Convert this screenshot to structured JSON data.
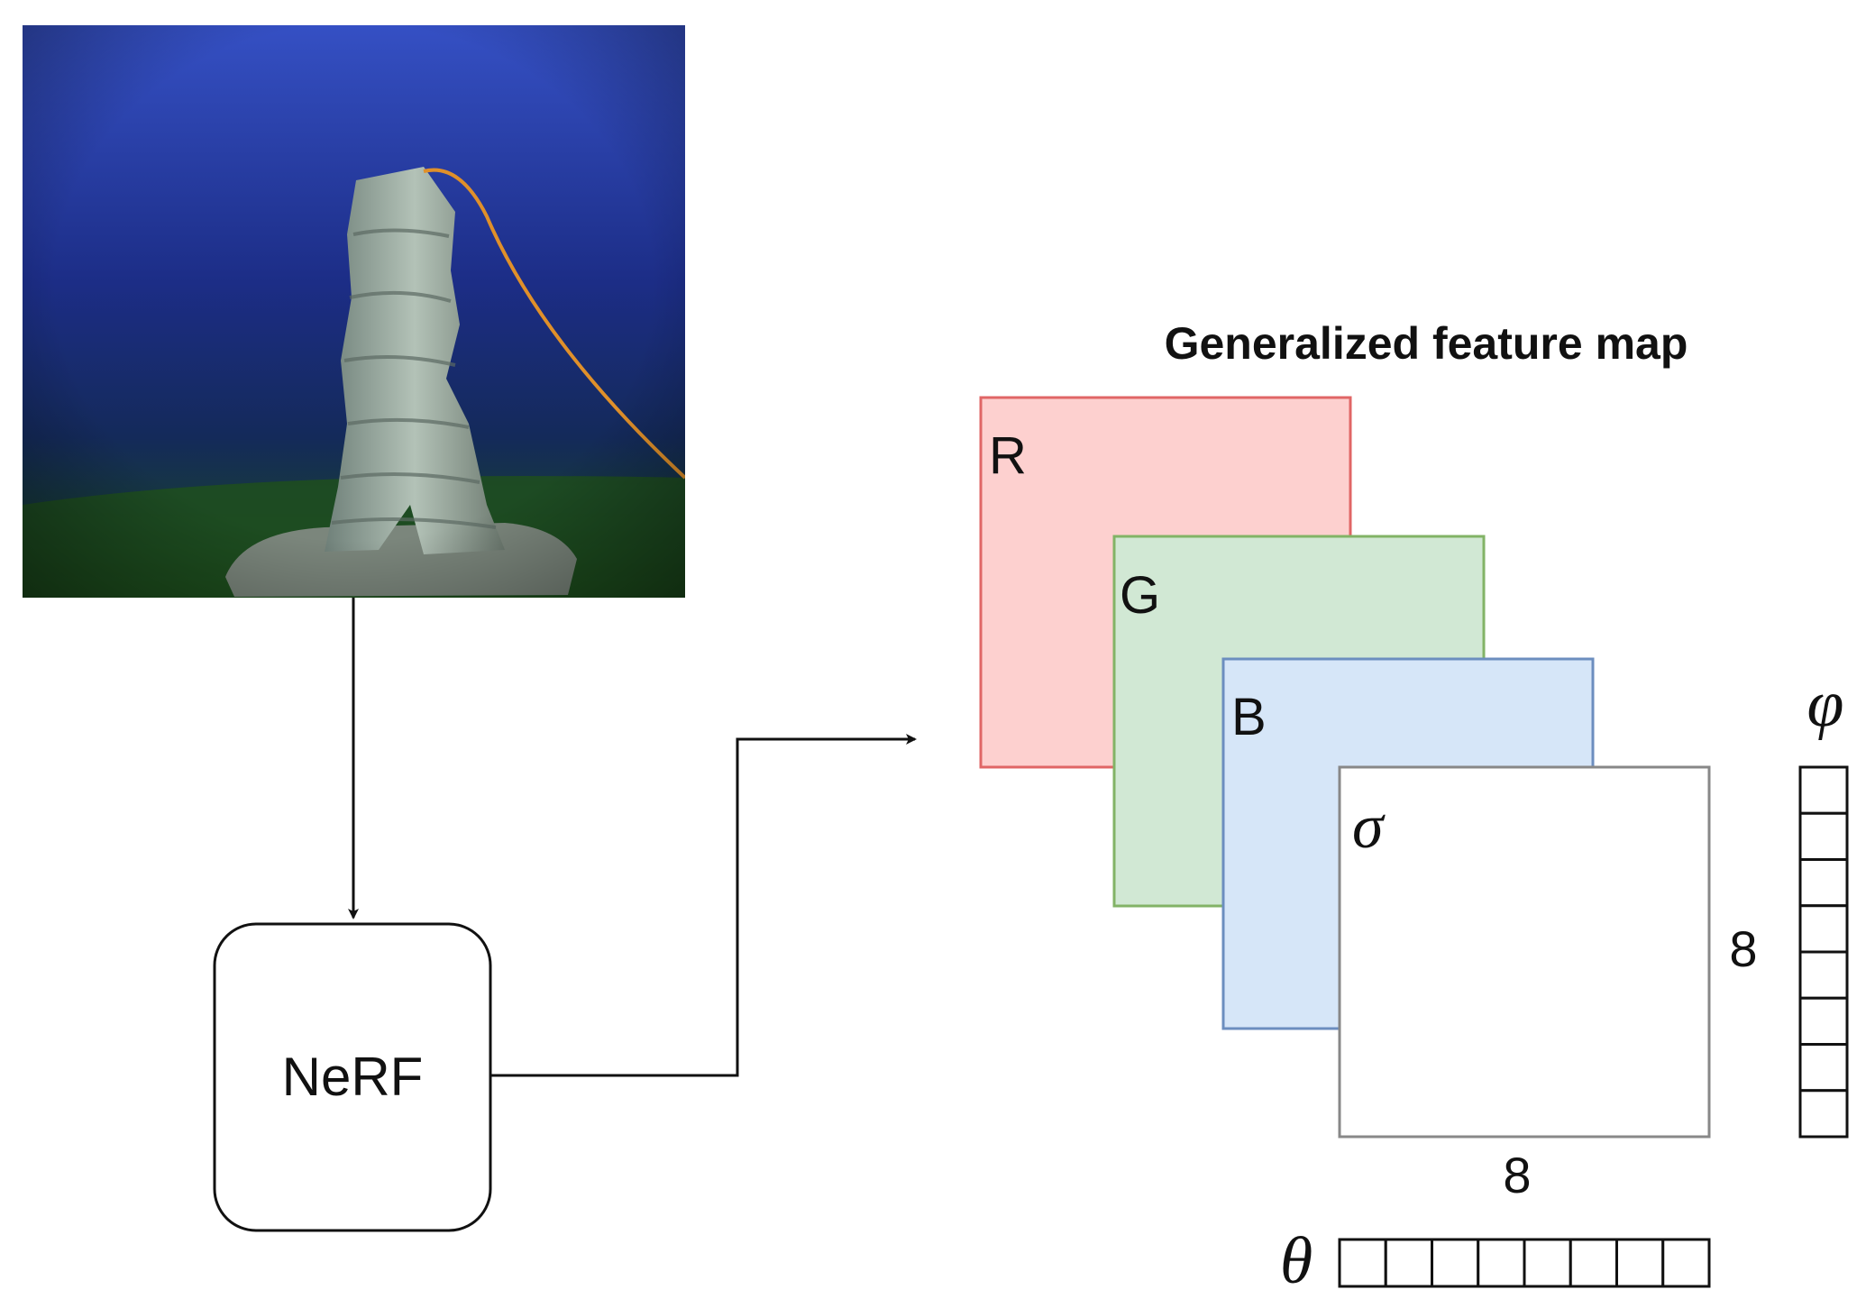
{
  "photo": {
    "subject": "underwater hydrothermal vent chimney",
    "colors": {
      "water_top": "#2f4bb8",
      "water_mid": "#1b2f86",
      "seafloor": "#1d4a1c",
      "chimney": "#9fb0a6",
      "cable": "#e0902a"
    }
  },
  "nerf_box": {
    "label": "NeRF"
  },
  "feature_map": {
    "title": "Generalized feature map",
    "channels": [
      {
        "label": "R",
        "fill": "#fdd0cf",
        "stroke": "#e06666"
      },
      {
        "label": "G",
        "fill": "#d1e8d4",
        "stroke": "#82b366"
      },
      {
        "label": "B",
        "fill": "#d6e6f8",
        "stroke": "#6c8ebf"
      },
      {
        "label": "σ",
        "fill": "#ffffff",
        "stroke": "#888888"
      }
    ],
    "width_label": "8",
    "height_label": "8"
  },
  "phi_axis": {
    "symbol": "φ",
    "cells": 8
  },
  "theta_axis": {
    "symbol": "θ",
    "cells": 8
  }
}
